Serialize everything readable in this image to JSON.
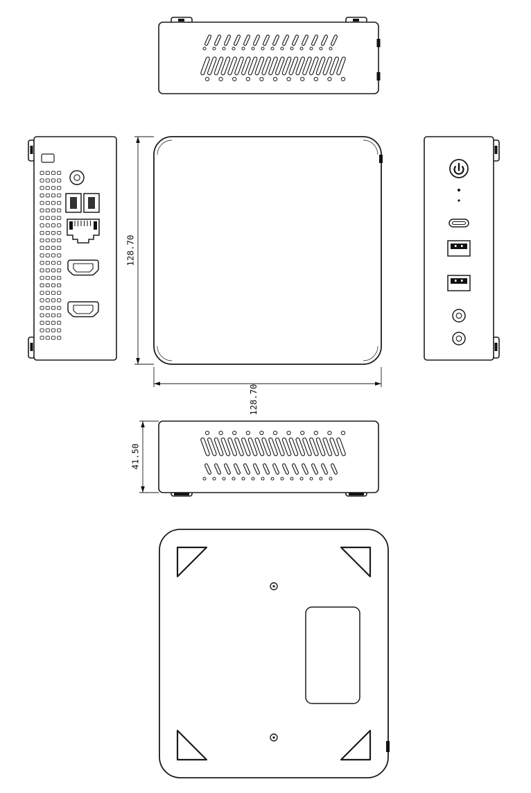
{
  "diagram": {
    "dimensions": {
      "front_height": "128.70",
      "front_width": "128.70",
      "side_height": "41.50"
    }
  }
}
